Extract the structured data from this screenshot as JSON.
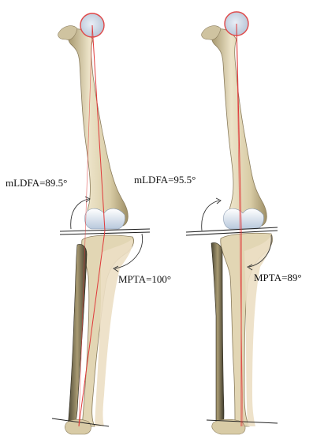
{
  "panels": [
    {
      "side": "left",
      "mldfa_label": "mLDFA=89.5°",
      "mpta_label": "MPTA=100°"
    },
    {
      "side": "right",
      "mldfa_label": "mLDFA=95.5°",
      "mpta_label": "MPTA=89°"
    }
  ],
  "colors": {
    "bone_fill": "#e6dcc2",
    "bone_shadow": "#b5a682",
    "bone_outline": "#8a7c5c",
    "cartilage": "#c9d6e6",
    "femoral_head_circle": "#e04848",
    "mechanical_axis_line": "#e03a3a",
    "joint_line": "#222222",
    "angle_arc": "#333333",
    "text": "#111111"
  },
  "icons": {
    "mechanical_axis": "red-line",
    "femoral_head": "red-circle",
    "angle_marker": "curved-arrow-arc"
  }
}
